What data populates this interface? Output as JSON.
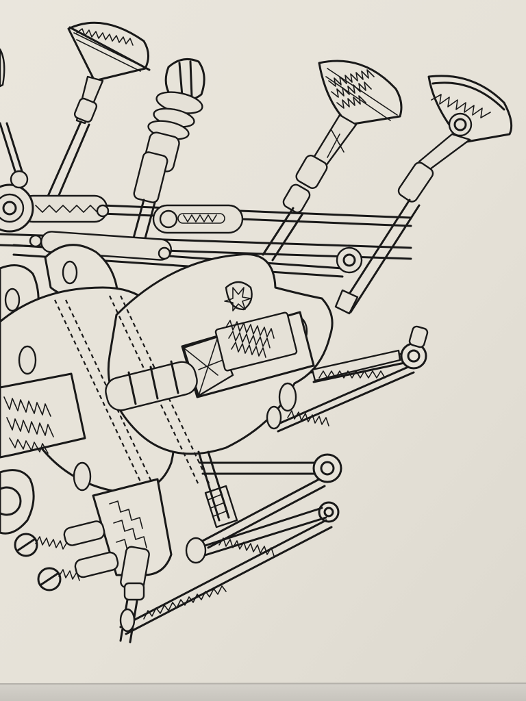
{
  "scene": {
    "kind": "photograph",
    "colors": {
      "paper": "#ece8de",
      "paper_shadow": "#dedad0",
      "wall_edge": "#c9c6bf",
      "ink": "#1a1a1a"
    },
    "elements": [
      "paper-sheet",
      "mechanical-line-drawing",
      "fan-trowel-tool-1",
      "pin-tool",
      "fan-trowel-tool-2",
      "sawblade-tool",
      "horizontal-chain-rails",
      "slotted-links",
      "oval-plates",
      "diamond-gear-block",
      "dashed-guide-lines",
      "screw-bolts",
      "lower-legs"
    ]
  }
}
